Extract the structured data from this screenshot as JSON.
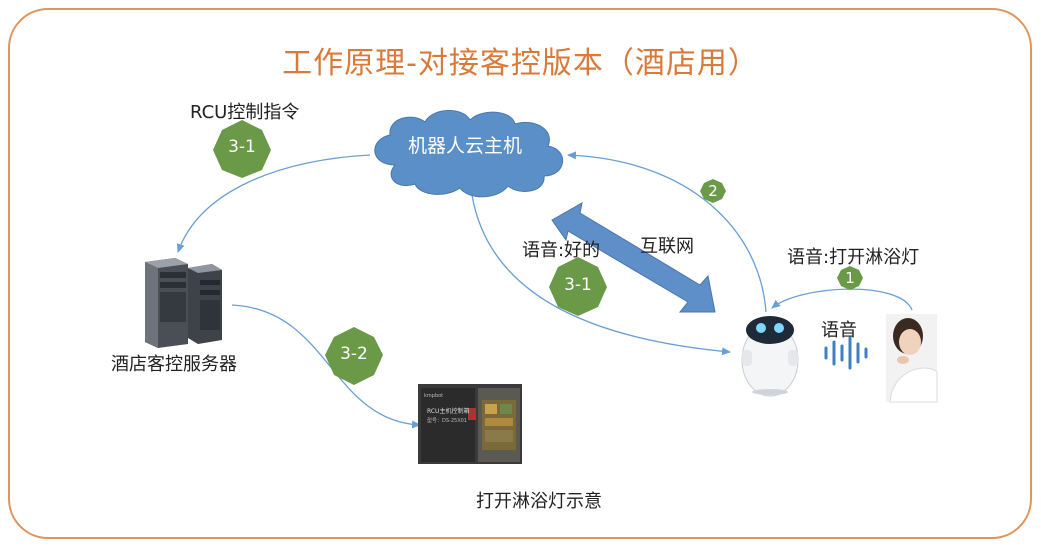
{
  "title": "工作原理-对接客控版本（酒店用）",
  "labels": {
    "rcu_command": "RCU控制指令",
    "cloud": "机器人云主机",
    "internet": "互联网",
    "voice_ok": "语音:好的",
    "voice_open": "语音:打开淋浴灯",
    "voice": "语音",
    "hotel_server": "酒店客控服务器",
    "demo": "打开淋浴灯示意"
  },
  "steps": {
    "s1": "1",
    "s2": "2",
    "s31_left": "3-1",
    "s31_mid": "3-1",
    "s32": "3-2"
  },
  "panel": {
    "brand": "kmpbot",
    "title": "RCU主机控制箱",
    "model": "型号：DS-25X01"
  },
  "colors": {
    "frame": "#e0955a",
    "title": "#d97a3a",
    "cloud": "#5b8fc7",
    "arrow_big": "#5f8fc9",
    "connector": "#6a9fd4",
    "hexagon": "#6a9a48"
  }
}
